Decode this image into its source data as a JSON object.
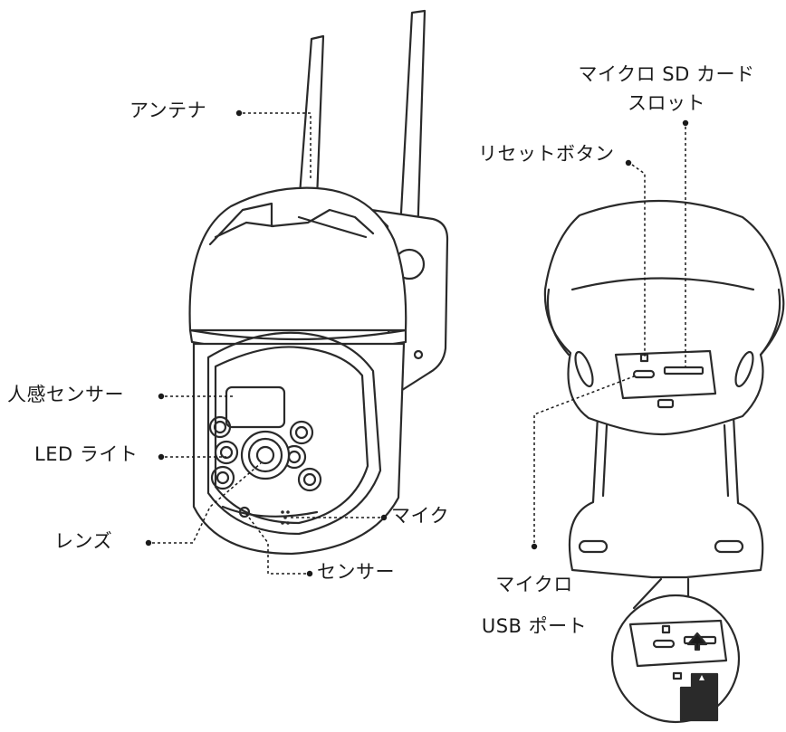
{
  "labels": {
    "antenna": "アンテナ",
    "pir_sensor": "人感センサー",
    "led_light": "LED ライト",
    "lens": "レンズ",
    "mic": "マイク",
    "sensor": "センサー",
    "reset_button": "リセットボタン",
    "sd_slot_line1": "マイクロ SD カード",
    "sd_slot_line2": "スロット",
    "usb_line1": "マイクロ",
    "usb_line2": "USB ポート"
  }
}
